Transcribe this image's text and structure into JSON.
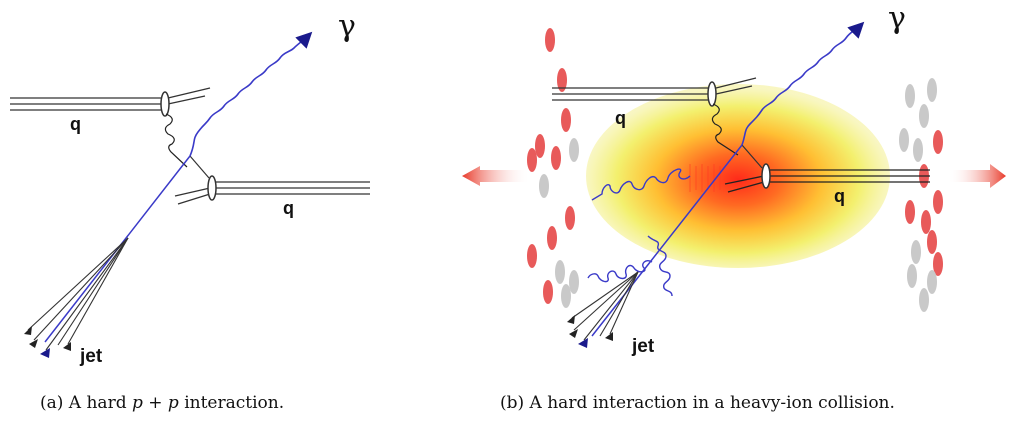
{
  "panel_a": {
    "labels": {
      "quark_top": "q",
      "quark_bottom": "q",
      "photon": "γ",
      "jet": "jet"
    },
    "caption": {
      "prefix": "(a) A hard ",
      "math": "p + p",
      "suffix": " interaction."
    }
  },
  "panel_b": {
    "labels": {
      "quark_top": "q",
      "quark_bottom": "q",
      "photon": "γ",
      "jet": "jet"
    },
    "caption": "(b) A hard interaction in a heavy-ion collision."
  },
  "colors": {
    "beam_line": "#333333",
    "propagator": "#3838c8",
    "nucleon_red": "#e85a5a",
    "nucleon_gray": "#c9c9c9",
    "medium_core": "#ff3b1f",
    "medium_mid": "#ffb52e",
    "medium_outer": "#f2f277"
  }
}
